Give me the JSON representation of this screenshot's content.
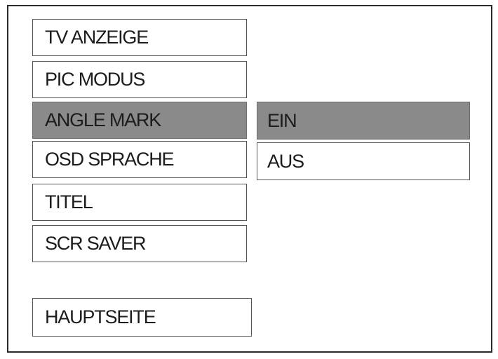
{
  "main_menu": {
    "items": [
      {
        "label": "TV ANZEIGE",
        "selected": false
      },
      {
        "label": "PIC MODUS",
        "selected": false
      },
      {
        "label": "ANGLE MARK",
        "selected": true
      },
      {
        "label": "OSD SPRACHE",
        "selected": false
      },
      {
        "label": "TITEL",
        "selected": false
      },
      {
        "label": "SCR SAVER",
        "selected": false
      }
    ]
  },
  "submenu": {
    "items": [
      {
        "label": "EIN",
        "selected": true
      },
      {
        "label": "AUS",
        "selected": false
      }
    ]
  },
  "footer": {
    "home_label": "HAUPTSEITE"
  },
  "colors": {
    "selected_background": "#8a8a8a",
    "item_background": "#ffffff",
    "text": "#1c1c1c",
    "border": "#555555"
  }
}
